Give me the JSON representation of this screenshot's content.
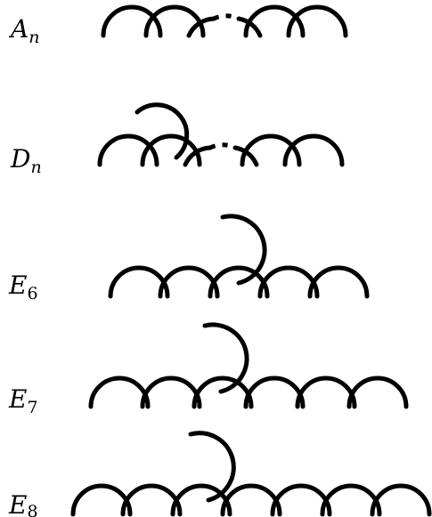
{
  "diagrams": [
    {
      "id": "An",
      "label": {
        "main": "A",
        "sub": "n",
        "sub_italic": true
      }
    },
    {
      "id": "Dn",
      "label": {
        "main": "D",
        "sub": "n",
        "sub_italic": true
      }
    },
    {
      "id": "E6",
      "label": {
        "main": "E",
        "sub": "6",
        "sub_italic": false
      }
    },
    {
      "id": "E7",
      "label": {
        "main": "E",
        "sub": "7",
        "sub_italic": false
      }
    },
    {
      "id": "E8",
      "label": {
        "main": "E",
        "sub": "8",
        "sub_italic": false
      }
    }
  ],
  "colors": {
    "stroke": "#000000",
    "background": "#ffffff"
  }
}
